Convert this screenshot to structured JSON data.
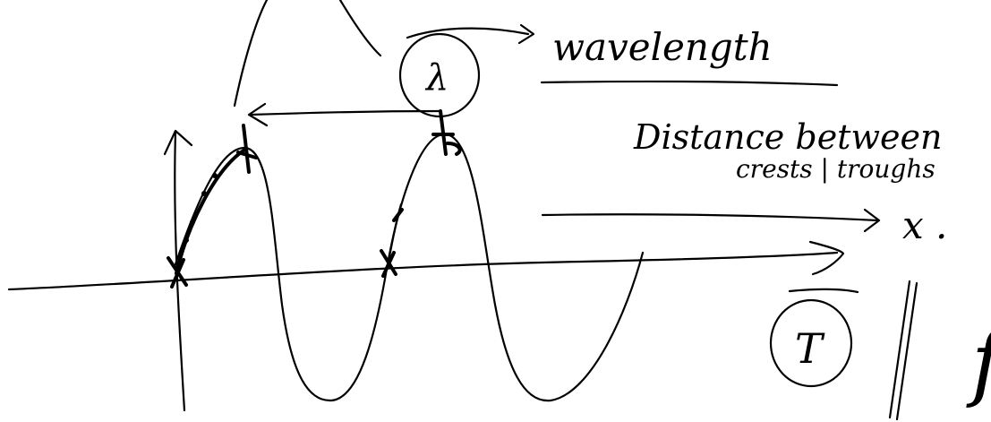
{
  "labels": {
    "lambda_symbol": "λ",
    "wavelength": "wavelength",
    "definition_line1": "Distance between",
    "definition_line2": "crests | troughs",
    "x_symbol": "x .",
    "period_symbol": "T",
    "frequency_symbol": "f"
  },
  "colors": {
    "ink": "#000000",
    "background": "#ffffff"
  }
}
